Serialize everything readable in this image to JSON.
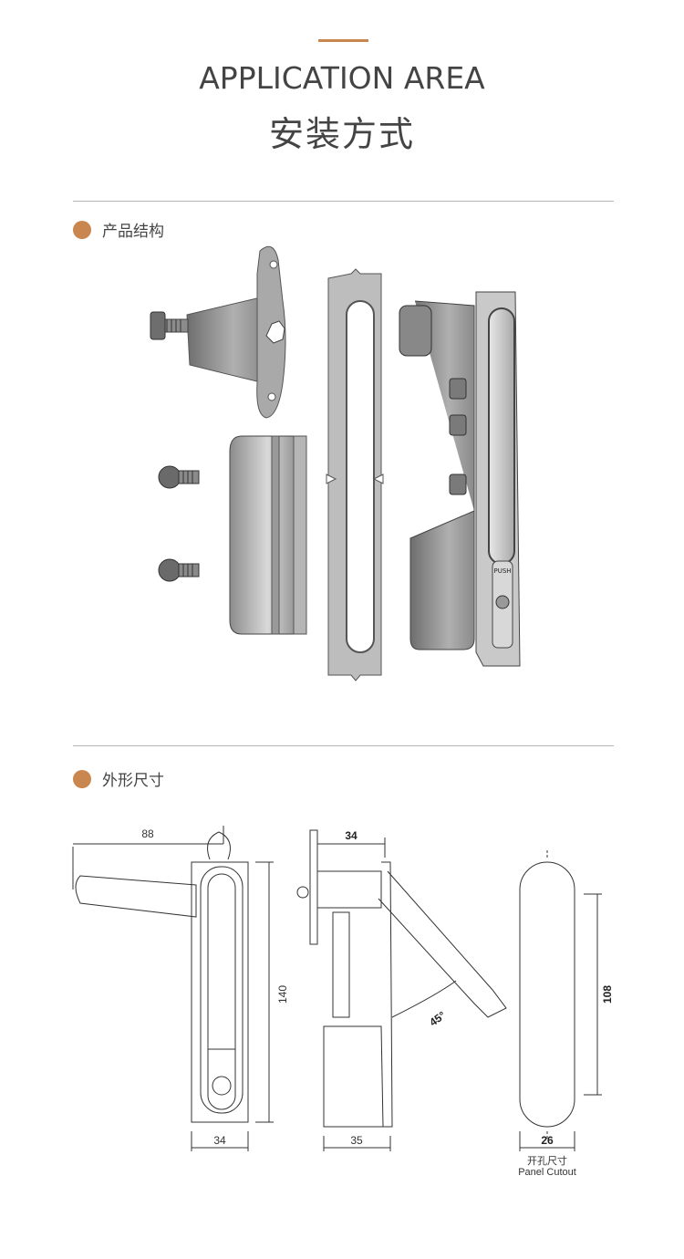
{
  "header": {
    "title_en": "APPLICATION AREA",
    "title_zh": "安装方式"
  },
  "sections": {
    "structure": {
      "label": "产品结构"
    },
    "dimensions": {
      "label": "外形尺寸"
    }
  },
  "dimensions": {
    "handle_reach": "88",
    "height": "140",
    "width_front": "34",
    "depth_top": "34",
    "depth_bottom": "35",
    "swing_angle": "45°",
    "cutout_height": "108",
    "cutout_width": "26",
    "cutout_label_zh": "开孔尺寸",
    "cutout_label_en": "Panel Cutout"
  },
  "parts": {
    "push_label": "PUSH"
  },
  "colors": {
    "accent": "#c9874f",
    "rule": "#b5b5b5",
    "part_fill": "#9a9a9a",
    "line": "#333333"
  }
}
